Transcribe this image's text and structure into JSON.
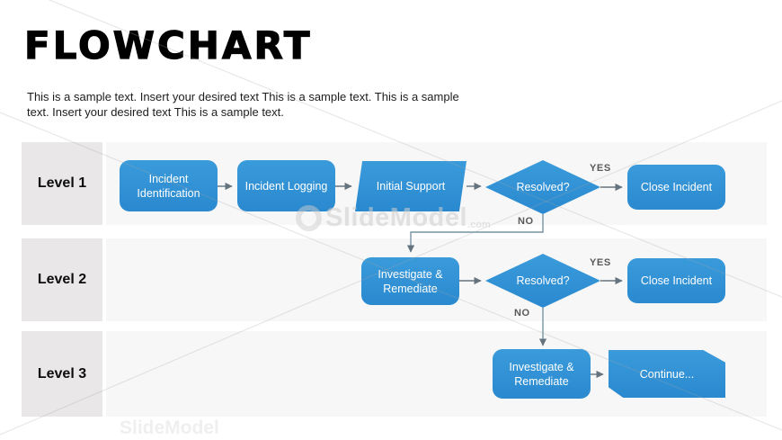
{
  "header": {
    "title": "FLOWCHART",
    "subtitle": "This is a sample text. Insert your desired text This is a sample text. This is a sample text. Insert your desired text This is a sample text."
  },
  "lanes": [
    {
      "label": "Level 1"
    },
    {
      "label": "Level 2"
    },
    {
      "label": "Level 3"
    }
  ],
  "nodes": [
    {
      "id": "incident-identification",
      "label": "Incident Identification",
      "shape": "rounded-rectangle",
      "lane": "Level 1"
    },
    {
      "id": "incident-logging",
      "label": "Incident Logging",
      "shape": "rounded-rectangle",
      "lane": "Level 1"
    },
    {
      "id": "initial-support",
      "label": "Initial Support",
      "shape": "parallelogram",
      "lane": "Level 1"
    },
    {
      "id": "resolved-1",
      "label": "Resolved?",
      "shape": "diamond",
      "lane": "Level 1"
    },
    {
      "id": "close-incident-1",
      "label": "Close Incident",
      "shape": "rounded-rectangle",
      "lane": "Level 1"
    },
    {
      "id": "investigate-remediate-1",
      "label": "Investigate & Remediate",
      "shape": "rounded-rectangle",
      "lane": "Level 2"
    },
    {
      "id": "resolved-2",
      "label": "Resolved?",
      "shape": "diamond",
      "lane": "Level 2"
    },
    {
      "id": "close-incident-2",
      "label": "Close Incident",
      "shape": "rounded-rectangle",
      "lane": "Level 2"
    },
    {
      "id": "investigate-remediate-2",
      "label": "Investigate & Remediate",
      "shape": "rounded-rectangle",
      "lane": "Level 3"
    },
    {
      "id": "continue",
      "label": "Continue...",
      "shape": "card",
      "lane": "Level 3"
    }
  ],
  "edges": [
    {
      "from": "incident-identification",
      "to": "incident-logging",
      "label": ""
    },
    {
      "from": "incident-logging",
      "to": "initial-support",
      "label": ""
    },
    {
      "from": "initial-support",
      "to": "resolved-1",
      "label": ""
    },
    {
      "from": "resolved-1",
      "to": "close-incident-1",
      "label": "YES"
    },
    {
      "from": "resolved-1",
      "to": "investigate-remediate-1",
      "label": "NO"
    },
    {
      "from": "investigate-remediate-1",
      "to": "resolved-2",
      "label": ""
    },
    {
      "from": "resolved-2",
      "to": "close-incident-2",
      "label": "YES"
    },
    {
      "from": "resolved-2",
      "to": "investigate-remediate-2",
      "label": "NO"
    },
    {
      "from": "investigate-remediate-2",
      "to": "continue",
      "label": ""
    }
  ],
  "watermark": {
    "brand": "SlideModel",
    "tld": ".com"
  },
  "colors": {
    "shape_blue": "#2E91D6",
    "lane_label_gray": "#E9E7E7",
    "lane_band_gray": "#F8F7F7",
    "connector_gray": "#64747F",
    "edge_label_gray": "#595959",
    "title_black": "#000000"
  }
}
